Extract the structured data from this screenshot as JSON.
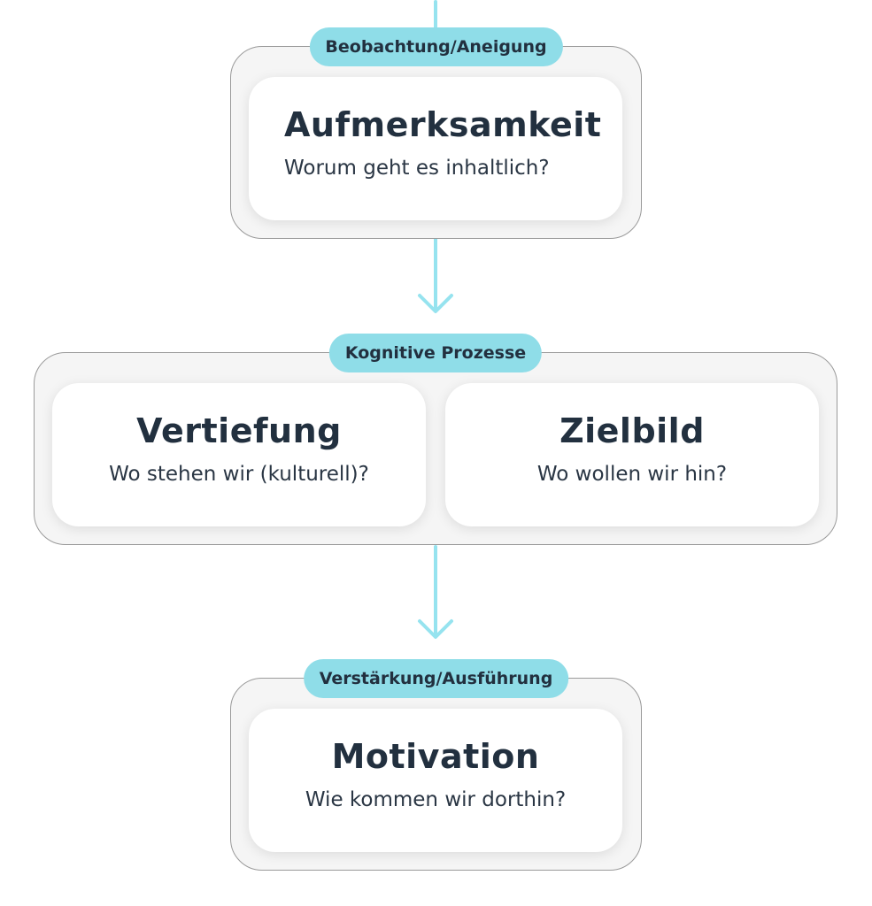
{
  "colors": {
    "accent": "#8fdde8",
    "connector": "#96e3ef",
    "text": "#22303f",
    "group_border": "#9a9a9a",
    "group_fill": "#f5f5f5",
    "card_fill": "#ffffff"
  },
  "groups": [
    {
      "label": "Beobachtung/Aneigung",
      "cards": [
        {
          "title": "Aufmerksamkeit",
          "question": "Worum geht es inhaltlich?"
        }
      ]
    },
    {
      "label": "Kognitive Prozesse",
      "cards": [
        {
          "title": "Vertiefung",
          "question": "Wo stehen wir (kulturell)?"
        },
        {
          "title": "Zielbild",
          "question": "Wo wollen wir hin?"
        }
      ]
    },
    {
      "label": "Verstärkung/Ausführung",
      "cards": [
        {
          "title": "Motivation",
          "question": "Wie kommen wir dorthin?"
        }
      ]
    }
  ],
  "icons": {
    "flow_arrow": "chevron-down-icon"
  }
}
